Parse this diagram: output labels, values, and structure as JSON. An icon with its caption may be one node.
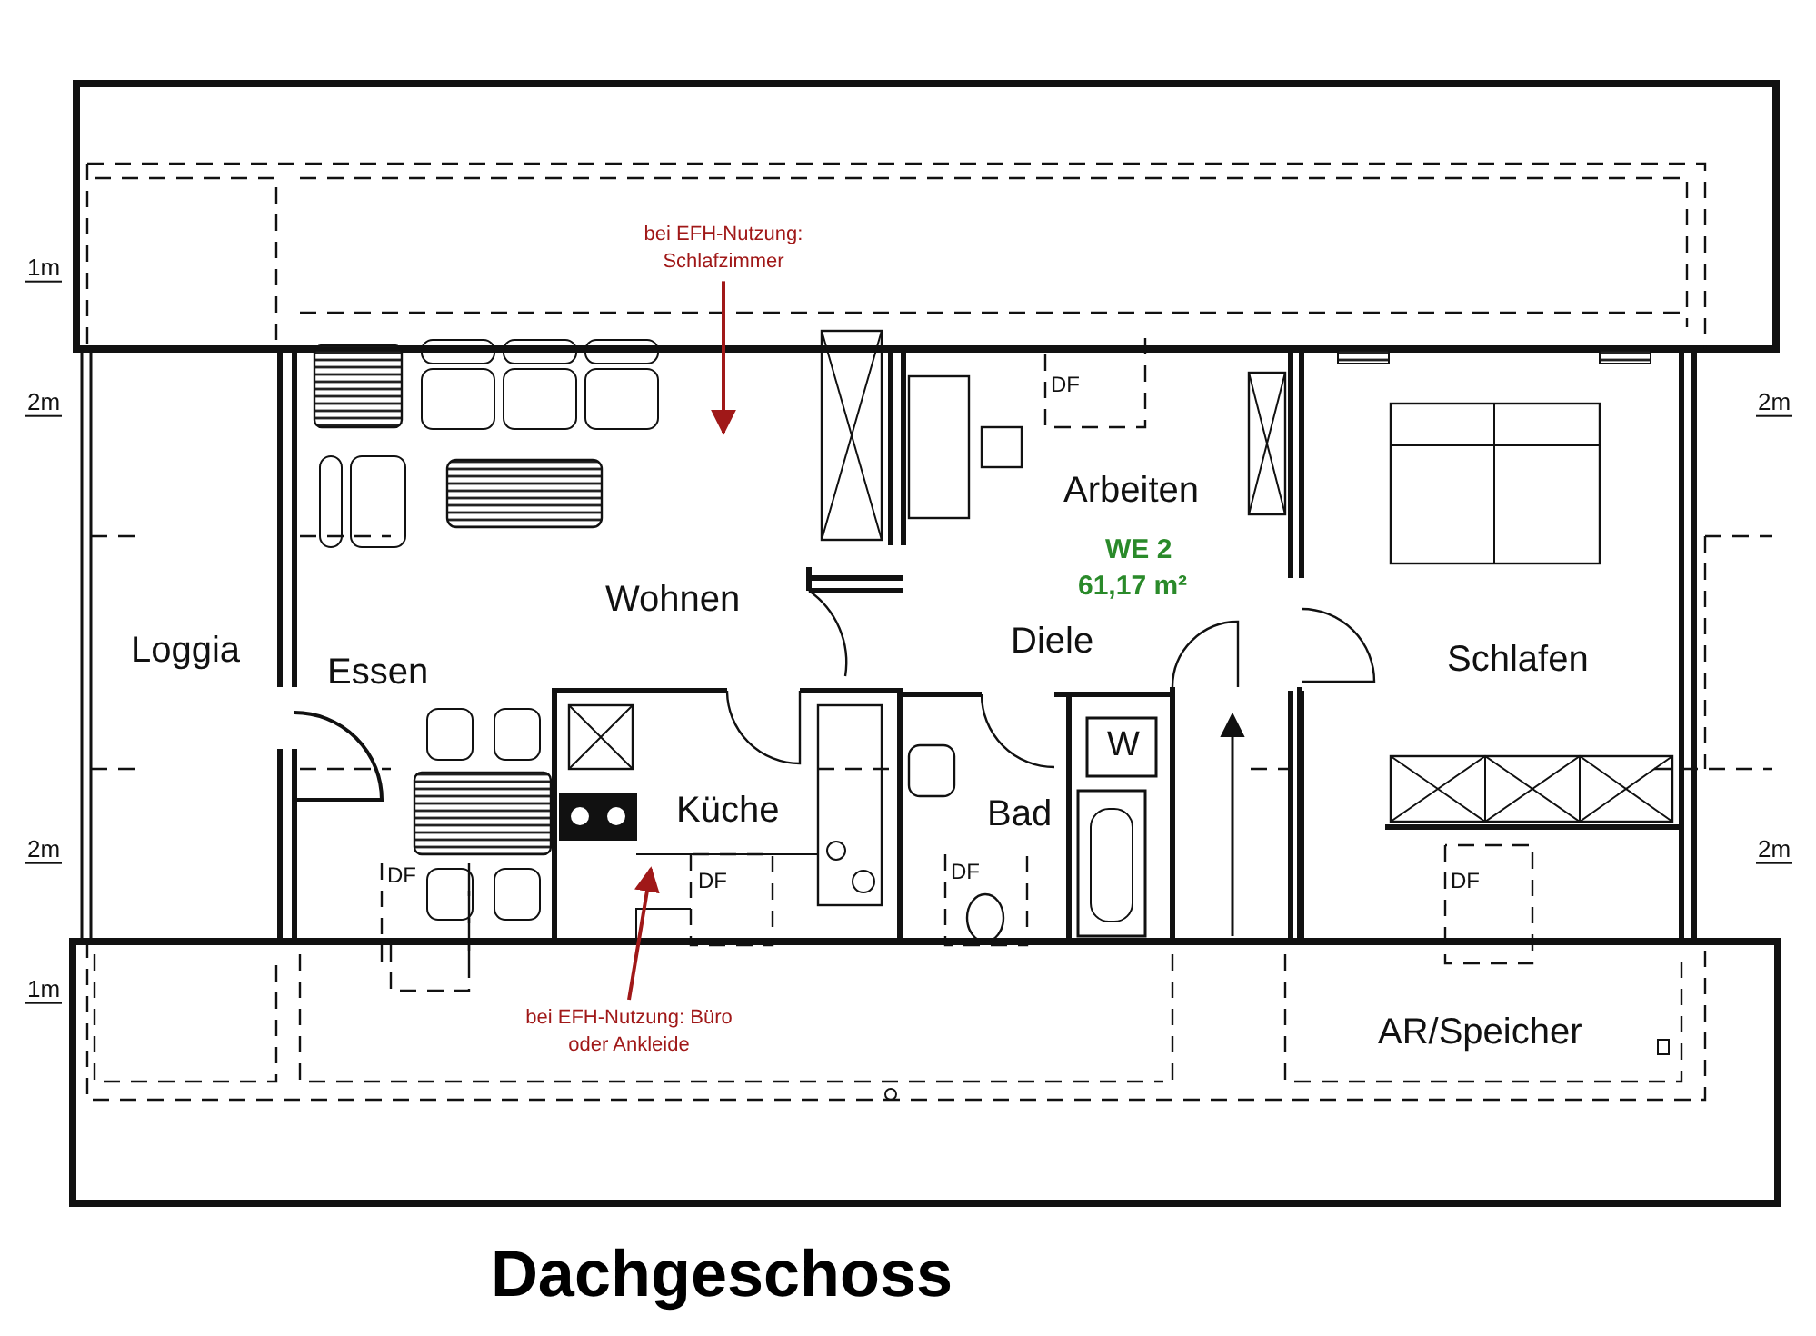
{
  "diagram": {
    "title": "Dachgeschoss",
    "nodes": [
      {
        "text": [
          "bei EFH-Nutzung: Schlafzimmer"
        ]
      },
      {
        "text": [
          "bei EFH-Nutzung: Büro oder Ankleide"
        ]
      }
    ],
    "edges": [
      {
        "from": 0,
        "to": null,
        "arrow": "to"
      },
      {
        "from": 1,
        "to": null,
        "arrow": "to"
      }
    ],
    "labels": [
      "1m",
      "DF",
      "2m",
      "2m",
      "Arbeiten",
      "WE 2",
      "61,17 m²",
      "Wohnen",
      "Diele",
      "Loggia",
      "Schlafen",
      "Essen",
      "W",
      "Küche",
      "Bad",
      "2m",
      "2m",
      "DF",
      "DF",
      "DF",
      "DF",
      "1m",
      "AR/Speicher"
    ]
  }
}
